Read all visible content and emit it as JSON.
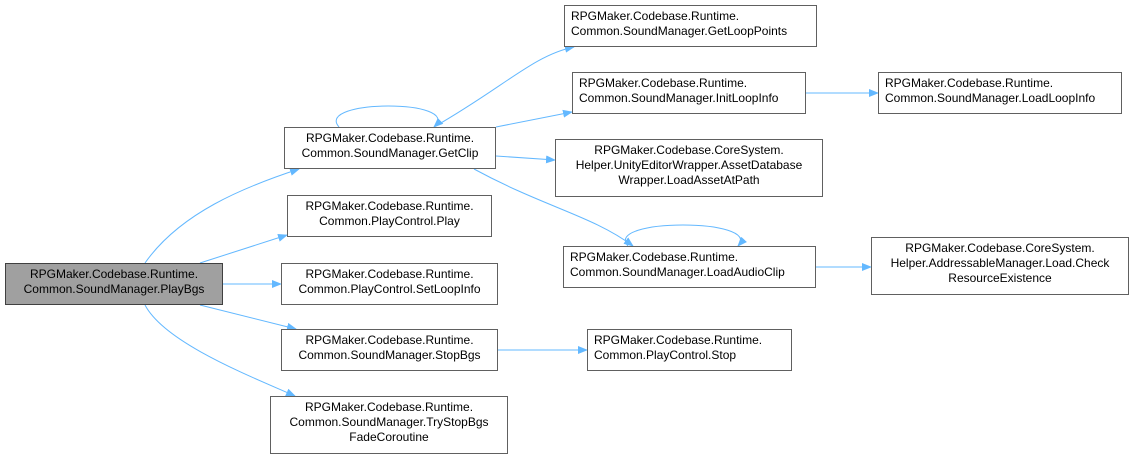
{
  "graph": {
    "edge_color": "#63b8ff",
    "node_border": "#606060",
    "root_fill": "#a0a0a0",
    "nodes": {
      "playbgs": [
        "RPGMaker.Codebase.Runtime.",
        "Common.SoundManager.PlayBgs"
      ],
      "getclip": [
        "RPGMaker.Codebase.Runtime.",
        "Common.SoundManager.GetClip"
      ],
      "play": [
        "RPGMaker.Codebase.Runtime.",
        "Common.PlayControl.Play"
      ],
      "setloopinfo": [
        "RPGMaker.Codebase.Runtime.",
        "Common.PlayControl.SetLoopInfo"
      ],
      "stopbgs": [
        "RPGMaker.Codebase.Runtime.",
        "Common.SoundManager.StopBgs"
      ],
      "trystopbgs": [
        "RPGMaker.Codebase.Runtime.",
        "Common.SoundManager.TryStopBgs",
        "FadeCoroutine"
      ],
      "getlooppoints": [
        "RPGMaker.Codebase.Runtime.",
        "Common.SoundManager.GetLoopPoints"
      ],
      "initloopinfo": [
        "RPGMaker.Codebase.Runtime.",
        "Common.SoundManager.InitLoopInfo"
      ],
      "loadassetatpath": [
        "RPGMaker.Codebase.CoreSystem.",
        "Helper.UnityEditorWrapper.AssetDatabase",
        "Wrapper.LoadAssetAtPath"
      ],
      "loadaudioclip": [
        "RPGMaker.Codebase.Runtime.",
        "Common.SoundManager.LoadAudioClip"
      ],
      "stop": [
        "RPGMaker.Codebase.Runtime.",
        "Common.PlayControl.Stop"
      ],
      "loadloopinfo": [
        "RPGMaker.Codebase.Runtime.",
        "Common.SoundManager.LoadLoopInfo"
      ],
      "checkresource": [
        "RPGMaker.Codebase.CoreSystem.",
        "Helper.AddressableManager.Load.Check",
        "ResourceExistence"
      ]
    },
    "edges": [
      [
        "playbgs",
        "getclip"
      ],
      [
        "playbgs",
        "play"
      ],
      [
        "playbgs",
        "setloopinfo"
      ],
      [
        "playbgs",
        "stopbgs"
      ],
      [
        "playbgs",
        "trystopbgs"
      ],
      [
        "getclip",
        "getclip"
      ],
      [
        "getclip",
        "getlooppoints"
      ],
      [
        "getclip",
        "initloopinfo"
      ],
      [
        "getclip",
        "loadassetatpath"
      ],
      [
        "getclip",
        "loadaudioclip"
      ],
      [
        "initloopinfo",
        "loadloopinfo"
      ],
      [
        "loadaudioclip",
        "loadaudioclip"
      ],
      [
        "loadaudioclip",
        "checkresource"
      ],
      [
        "stopbgs",
        "stop"
      ]
    ]
  }
}
